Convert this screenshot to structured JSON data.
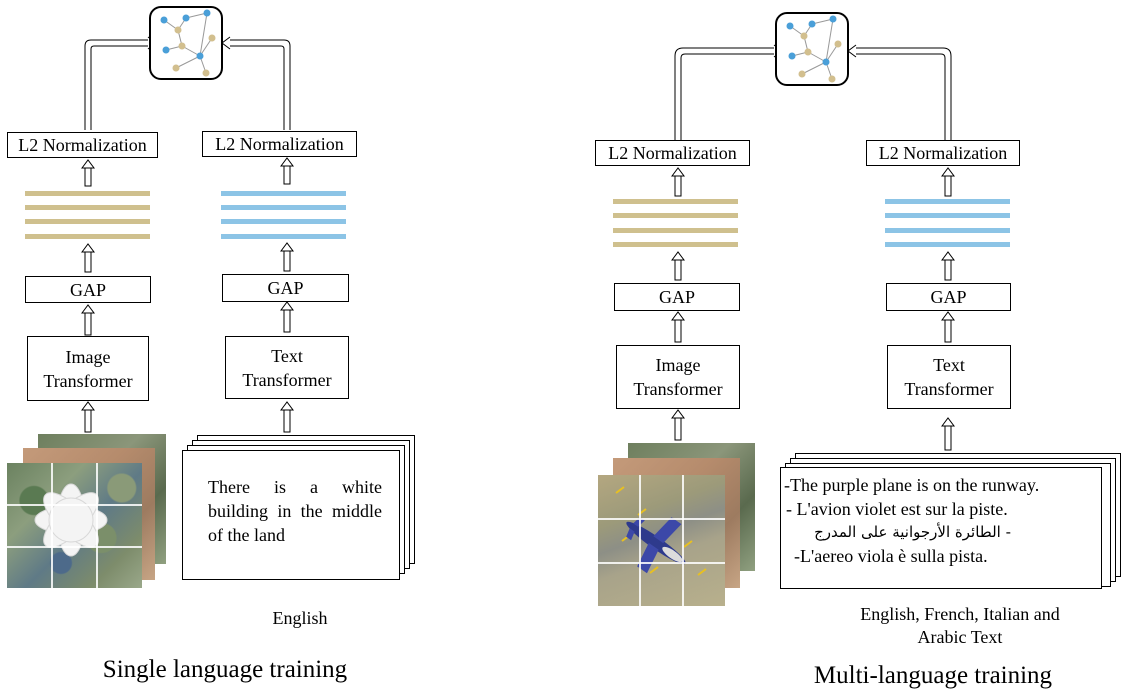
{
  "colors": {
    "image_stripe": "#cfc08e",
    "text_stripe": "#8cc4e6",
    "graph_blue": "#4a9fd8",
    "graph_tan": "#d2bf8e"
  },
  "icons": {
    "embedding_space": "graph-network-icon",
    "arrow": "double-line-arrow-icon"
  },
  "left": {
    "image_branch": {
      "norm": "L2 Normalization",
      "gap": "GAP",
      "encoder": "Image\nTransformer"
    },
    "text_branch": {
      "norm": "L2 Normalization",
      "gap": "GAP",
      "encoder": "Text\nTransformer",
      "caption_text": "There is a white building in the middle of the land"
    },
    "language_label": "English",
    "title": "Single language training"
  },
  "right": {
    "image_branch": {
      "norm": "L2 Normalization",
      "gap": "GAP",
      "encoder": "Image\nTransformer"
    },
    "text_branch": {
      "norm": "L2 Normalization",
      "gap": "GAP",
      "encoder": "Text\nTransformer",
      "captions": [
        "-The purple plane is on the runway.",
        "- L'avion violet est sur la piste.",
        "- الطائرة الأرجوانية على المدرج",
        "-L'aereo viola è sulla pista."
      ]
    },
    "language_label": "English, French, Italian and\nArabic Text",
    "title": "Multi-language training"
  }
}
